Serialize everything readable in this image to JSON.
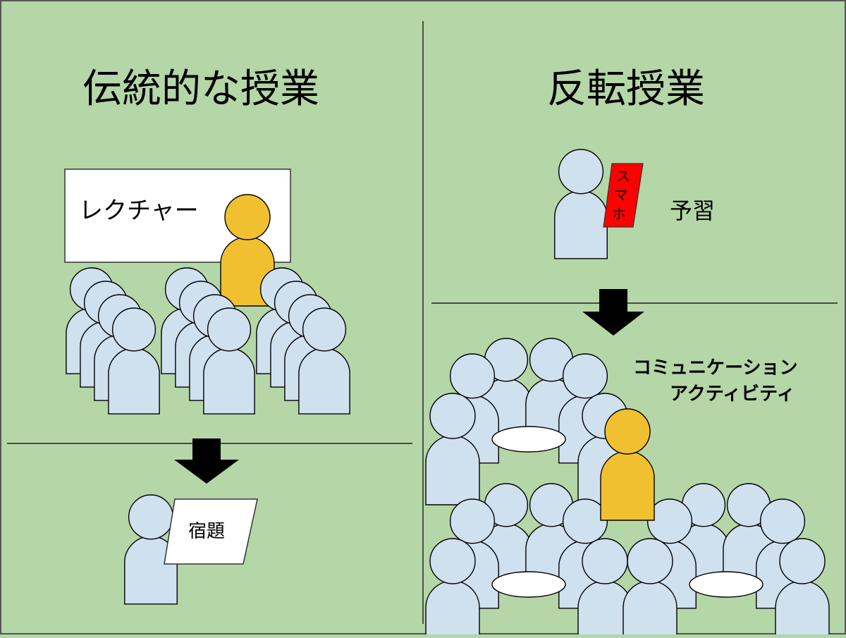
{
  "colors": {
    "background": "#b5d6a7",
    "student": "#cfe0ef",
    "teacher": "#f0c030",
    "smartphone": "#ff0000",
    "outline": "#000000",
    "paper": "#ffffff"
  },
  "left": {
    "title": "伝統的な授業",
    "lecture_label": "レクチャー",
    "homework_label": "宿題"
  },
  "right": {
    "title": "反転授業",
    "smartphone_label": "スマホ",
    "preview_label": "予習",
    "activity_line1": "コミュニケーション",
    "activity_line2": "アクティビティ"
  }
}
